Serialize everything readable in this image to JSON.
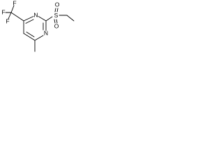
{
  "molecule": {
    "atoms": {
      "F1": "F",
      "F2": "F",
      "F3": "F",
      "N1": "N",
      "N2": "N",
      "S": "S",
      "O1": "O",
      "O2": "O"
    }
  },
  "colors": {
    "bond": "#000000",
    "label": "#000000",
    "background": "#ffffff"
  }
}
